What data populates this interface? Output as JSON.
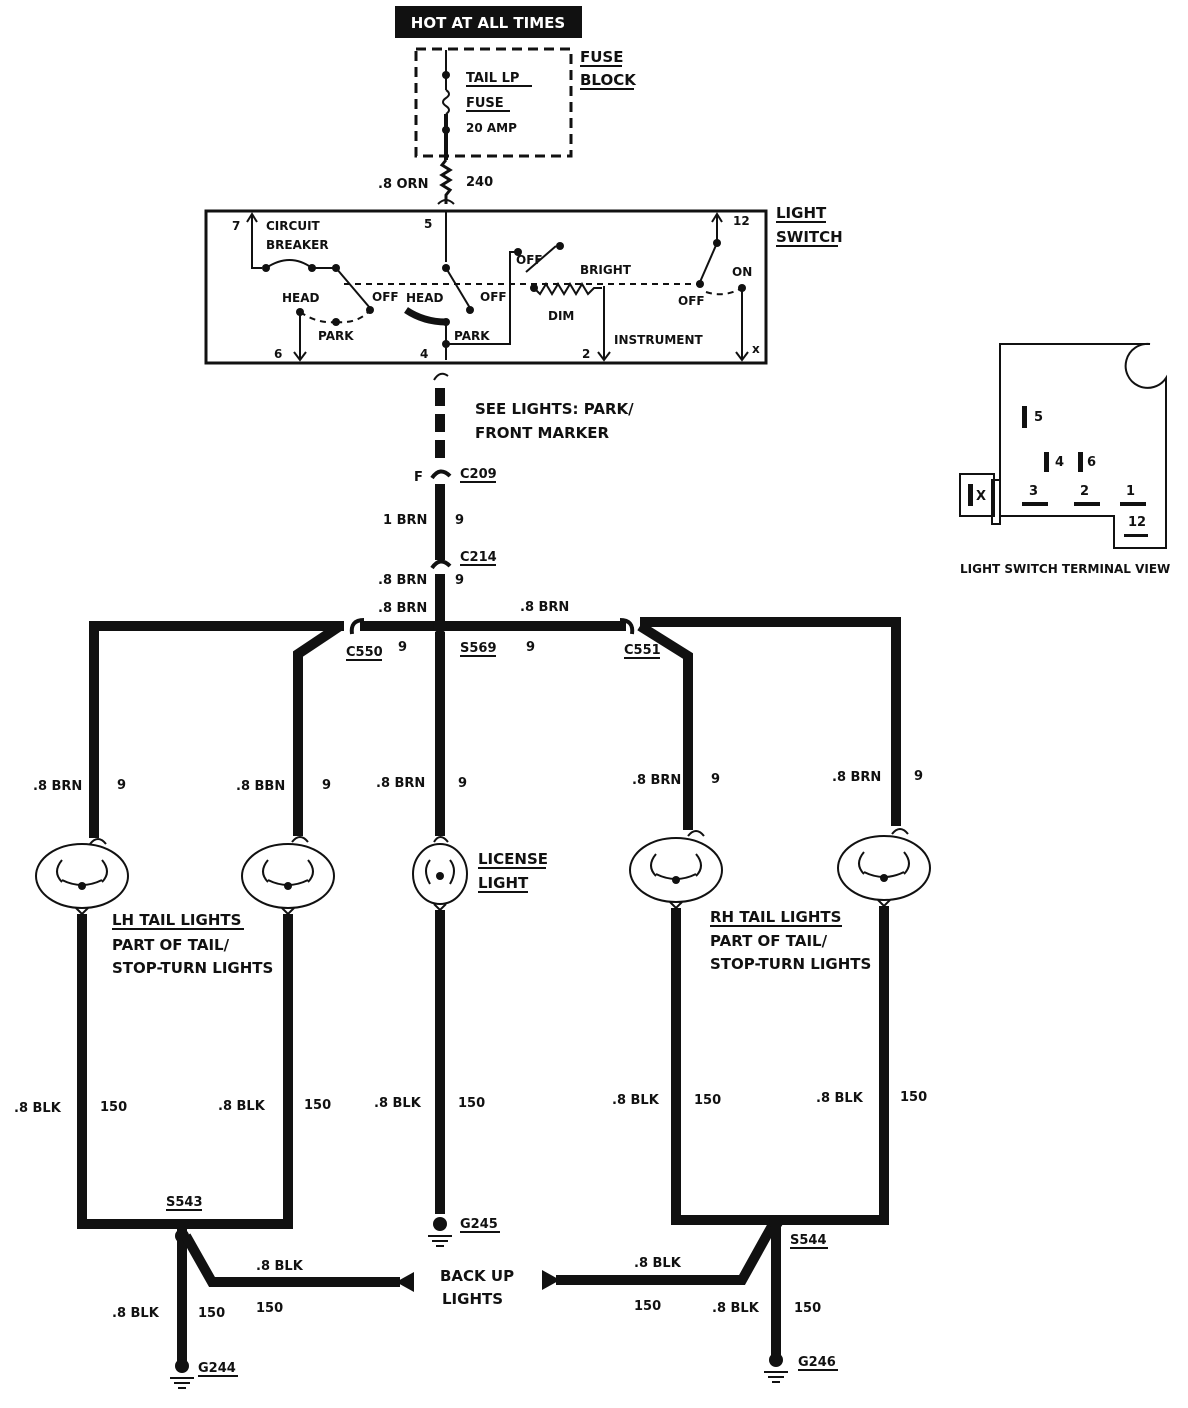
{
  "power": {
    "hot_label": "HOT AT ALL TIMES"
  },
  "fuse_block": {
    "title_line1": "FUSE",
    "title_line2": "BLOCK",
    "fuse_name_line1": "TAIL LP",
    "fuse_name_line2": "FUSE",
    "fuse_rating": "20 AMP"
  },
  "feed_wire": {
    "gauge": ".8 ORN",
    "circuit": "240"
  },
  "light_switch": {
    "title_line1": "LIGHT",
    "title_line2": "SWITCH",
    "terminal_7": "7",
    "terminal_5": "5",
    "terminal_12": "12",
    "terminal_6": "6",
    "terminal_4": "4",
    "terminal_2": "2",
    "terminal_x": "x",
    "circuit_breaker_line1": "CIRCUIT",
    "circuit_breaker_line2": "BREAKER",
    "head_left": "HEAD",
    "off_left": "OFF",
    "head_center": "HEAD",
    "off_center": "OFF",
    "park_left": "PARK",
    "park_center": "PARK",
    "dim_off": "OFF",
    "bright": "BRIGHT",
    "dim": "DIM",
    "instrument": "INSTRUMENT",
    "sw_off": "OFF",
    "sw_on": "ON"
  },
  "see_lights": {
    "line1": "SEE LIGHTS: PARK/",
    "line2": "FRONT MARKER"
  },
  "connectors": {
    "c209_pin": "F",
    "c209": "C209",
    "c214": "C214",
    "c550": "C550",
    "c551": "C551",
    "s569": "S569"
  },
  "wires": {
    "brn_1": "1 BRN",
    "circuit_9": "9",
    "brn_8": ".8 BRN",
    "brn_8_alt": ".8 BBN",
    "brn_8_alt2": ".8 BRN",
    "blk_8": ".8 BLK",
    "circuit_150": "150"
  },
  "lamps": {
    "license_line1": "LICENSE",
    "license_line2": "LIGHT",
    "lh_line1": "LH TAIL LIGHTS",
    "lh_line2": "PART OF TAIL/",
    "lh_line3": "STOP-TURN LIGHTS",
    "rh_line1": "RH TAIL LIGHTS",
    "rh_line2": "PART OF TAIL/",
    "rh_line3": "STOP-TURN LIGHTS"
  },
  "grounds": {
    "s543": "S543",
    "s544": "S544",
    "g244": "G244",
    "g245": "G245",
    "g246": "G246",
    "backup_line1": "BACK UP",
    "backup_line2": "LIGHTS"
  },
  "terminal_view": {
    "title": "LIGHT SWITCH TERMINAL VIEW",
    "t5": "5",
    "t4": "4",
    "t6": "6",
    "t3": "3",
    "t2": "2",
    "t1": "1",
    "t12": "12",
    "tx": "X"
  }
}
